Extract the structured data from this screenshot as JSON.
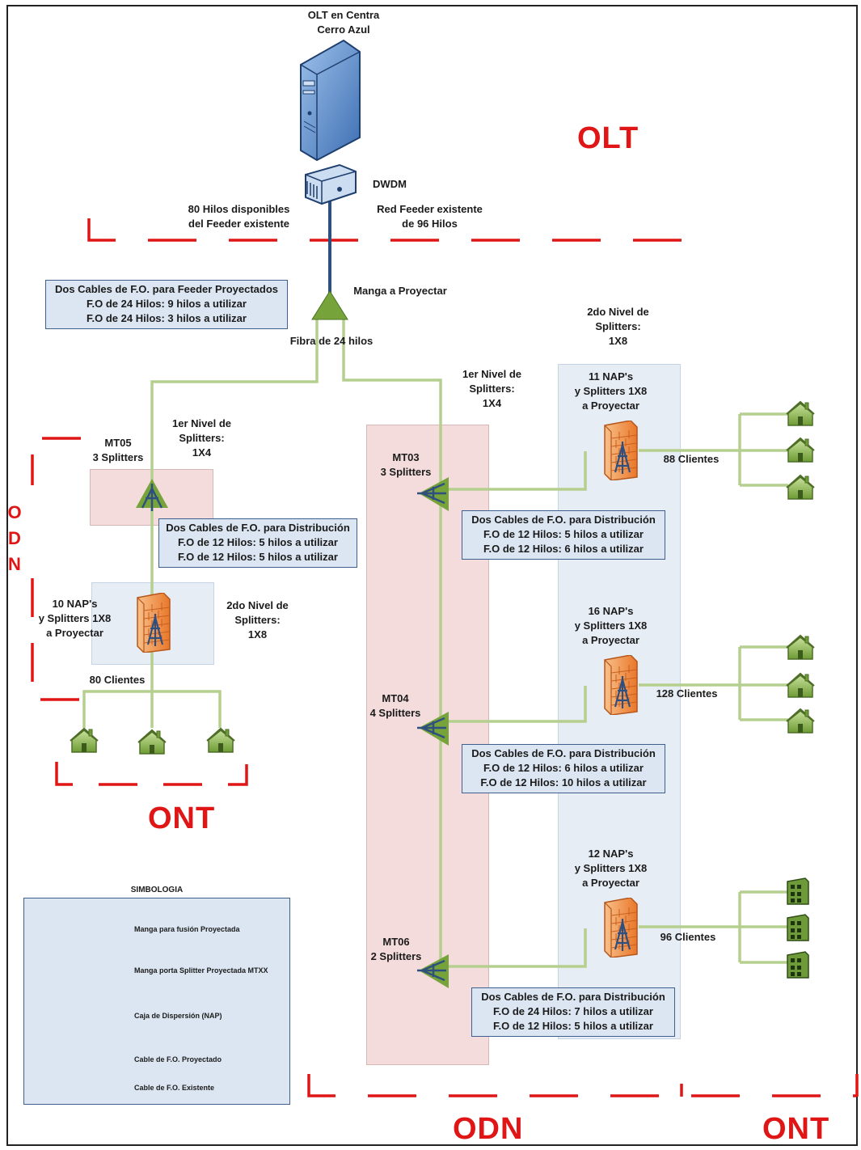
{
  "olt": {
    "server_label": "OLT en Centra\nCerro Azul",
    "title": "OLT",
    "dwdm_label": "DWDM"
  },
  "feeder": {
    "left_note": "80 Hilos disponibles\ndel Feeder existente",
    "right_note": "Red Feeder existente\nde 96 Hilos",
    "manga_label": "Manga a Proyectar",
    "fibra_label": "Fibra de 24 hilos",
    "box": [
      "Dos Cables de F.O. para Feeder Proyectados",
      "F.O de 24 Hilos: 9 hilos a utilizar",
      "F.O de 24 Hilos: 3 hilos a utilizar"
    ]
  },
  "odn_side": {
    "letters": [
      "O",
      "D",
      "N"
    ]
  },
  "left_branch": {
    "level1": "1er Nivel de\nSplitters:\n1X4",
    "mt": "MT05\n3 Splitters",
    "dist_box": [
      "Dos Cables de F.O. para Distribución",
      "F.O de 12 Hilos: 5 hilos a utilizar",
      "F.O de 12 Hilos: 5 hilos a utilizar"
    ],
    "naps": "10 NAP's\ny Splitters 1X8\na Proyectar",
    "level2": "2do Nivel de\nSplitters:\n1X8",
    "clients": "80 Clientes",
    "ont_title": "ONT"
  },
  "right_branch": {
    "level1": "1er Nivel de\nSplitters:\n1X4",
    "level2": "2do Nivel de\nSplitters:\n1X8",
    "groups": [
      {
        "mt": "MT03\n3 Splitters",
        "naps": "11 NAP's\ny Splitters 1X8\na Proyectar",
        "clients": "88 Clientes",
        "box": [
          "Dos Cables de F.O. para Distribución",
          "F.O de 12 Hilos: 5 hilos a utilizar",
          "F.O de 12 Hilos: 6 hilos a utilizar"
        ]
      },
      {
        "mt": "MT04\n4 Splitters",
        "naps": "16 NAP's\ny Splitters 1X8\na Proyectar",
        "clients": "128 Clientes",
        "box": [
          "Dos Cables de F.O. para Distribución",
          "F.O de 12 Hilos: 6 hilos a utilizar",
          "F.O de 12 Hilos: 10 hilos a utilizar"
        ]
      },
      {
        "mt": "MT06\n2 Splitters",
        "naps": "12 NAP's\ny Splitters 1X8\na Proyectar",
        "clients": "96 Clientes",
        "box": [
          "Dos Cables de F.O. para Distribución",
          "F.O de 24 Hilos: 7 hilos a utilizar",
          "F.O de 12 Hilos: 5 hilos a utilizar"
        ]
      }
    ],
    "odn_title": "ODN",
    "ont_title": "ONT"
  },
  "legend": {
    "title": "SIMBOLOGIA",
    "items": [
      "Manga para fusión Proyectada",
      "Manga porta Splitter  Proyectada MTXX",
      "Caja de Dispersión (NAP)",
      "Cable de F.O. Proyectado",
      "Cable de F.O. Existente"
    ]
  },
  "colors": {
    "projected_cable": "#b5cf8e",
    "existing_cable": "#2f4f7f",
    "dash_red": "#e01515",
    "splice_green": "#76a33a"
  }
}
